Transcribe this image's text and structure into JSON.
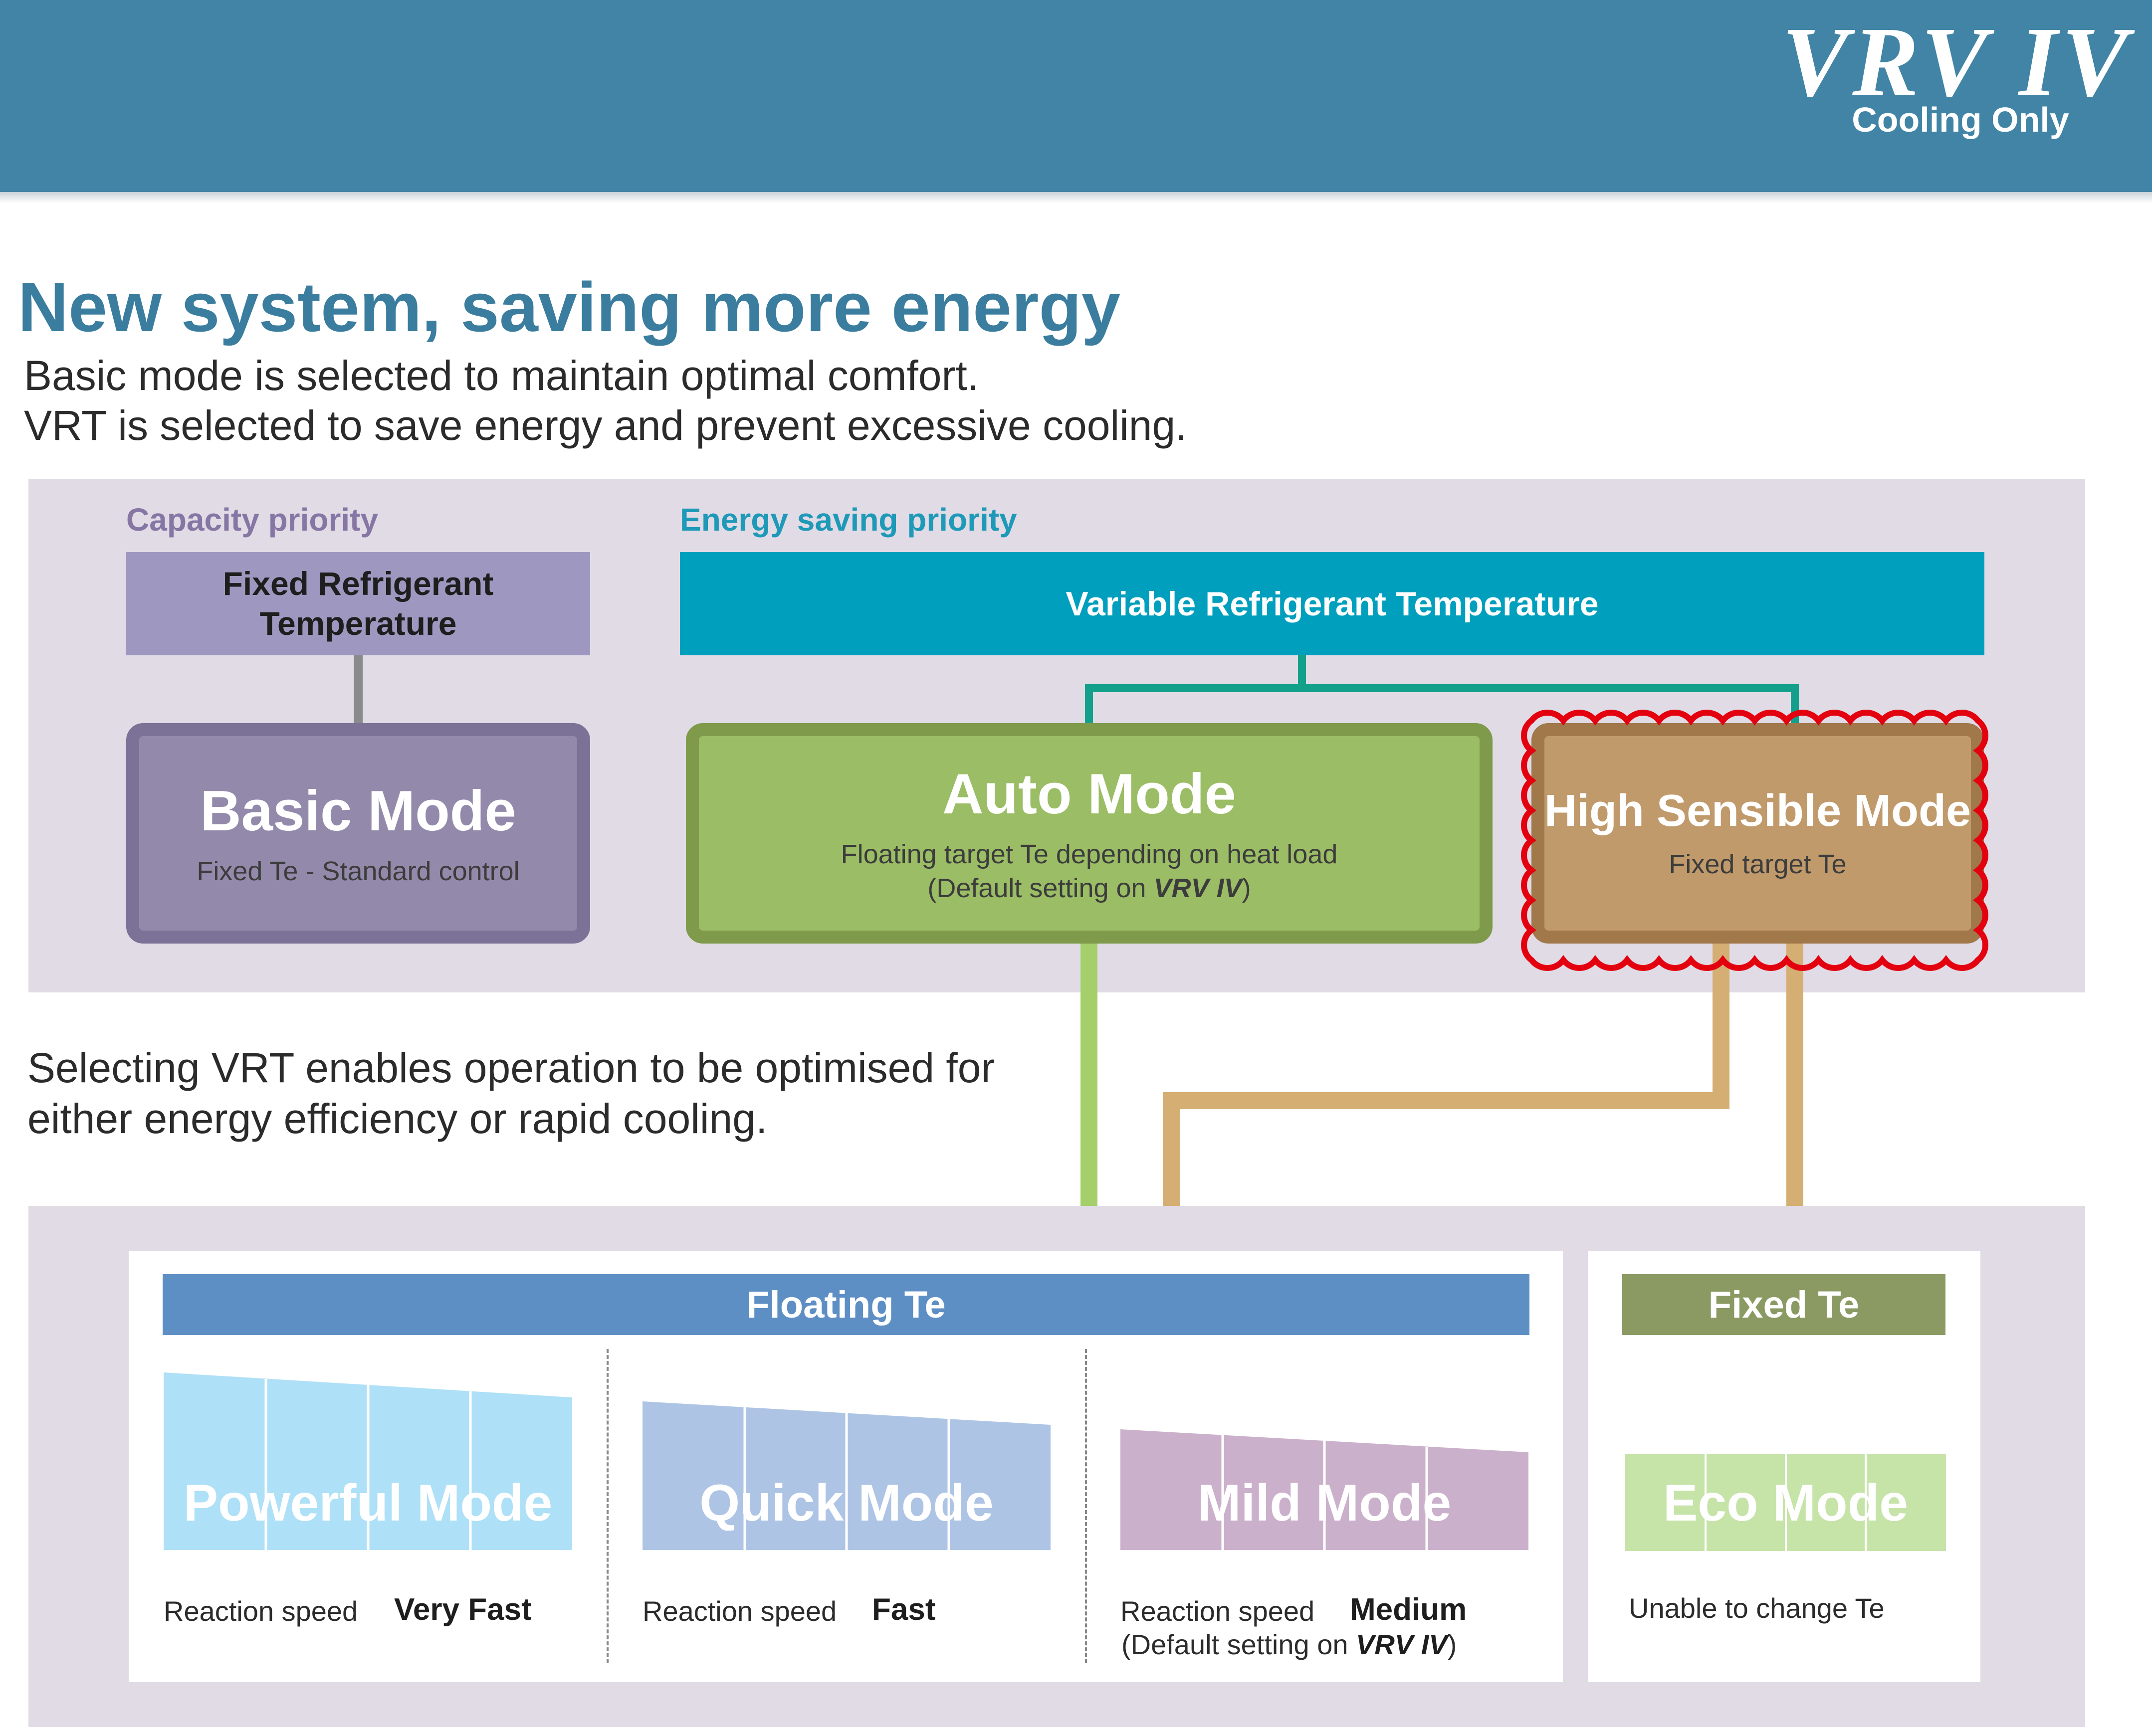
{
  "header": {
    "logo": "VRV IV",
    "logo_sub": "Cooling Only",
    "bg": "#4184a5"
  },
  "title": "New system, saving more energy",
  "subtitle_lines": [
    "Basic mode is selected to maintain optimal comfort.",
    "VRT is selected to save energy and prevent excessive cooling."
  ],
  "top_panel": {
    "capacity_label": "Capacity priority",
    "energy_label": "Energy saving priority",
    "frt_box": "Fixed Refrigerant Temperature",
    "vrt_box": "Variable Refrigerant Temperature",
    "basic": {
      "title": "Basic Mode",
      "desc": "Fixed Te - Standard control"
    },
    "auto": {
      "title": "Auto Mode",
      "desc1": "Floating target Te depending on heat load",
      "desc2_prefix": "(Default setting on ",
      "desc2_brand": "VRV IV",
      "desc2_suffix": ")"
    },
    "high": {
      "title": "High Sensible Mode",
      "desc": "Fixed target Te"
    }
  },
  "selecting_text": [
    "Selecting VRT enables operation to be optimised for",
    "either energy efficiency or rapid cooling."
  ],
  "bottom_panel": {
    "floating_bar": "Floating Te",
    "fixed_bar": "Fixed Te",
    "powerful": {
      "label": "Powerful Mode",
      "reaction_label": "Reaction speed",
      "reaction_value": "Very Fast"
    },
    "quick": {
      "label": "Quick Mode",
      "reaction_label": "Reaction speed",
      "reaction_value": "Fast"
    },
    "mild": {
      "label": "Mild Mode",
      "reaction_label": "Reaction speed",
      "reaction_value": "Medium",
      "note_prefix": "(Default setting on ",
      "note_brand": "VRV IV",
      "note_suffix": ")"
    },
    "eco": {
      "label": "Eco Mode",
      "note": "Unable to change Te"
    }
  },
  "colors": {
    "panel": "#e1dbe6",
    "teal_line": "#13a08a",
    "green_arrow": "#a5cf6a",
    "tan_arrow": "#d4ae72",
    "highlight": "#e3000f"
  }
}
